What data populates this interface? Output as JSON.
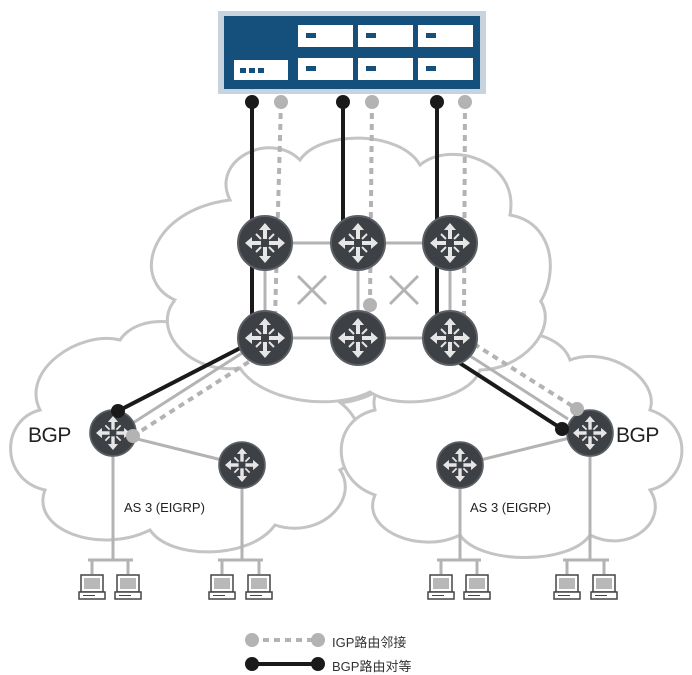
{
  "labels": {
    "bgp_left": "BGP",
    "bgp_right": "BGP",
    "as_left": "AS 3 (EIGRP)",
    "as_right": "AS 3 (EIGRP)"
  },
  "legend": {
    "igp_label": "IGP路由邻接",
    "bgp_label": "BGP路由对等"
  },
  "colors": {
    "server": "#15507c",
    "router": "#3d4145",
    "igp_link": "#b3b3b3",
    "bgp_link": "#1a1a1a",
    "cloud_stroke": "#c4c4c4"
  },
  "icons": [
    "server-chassis-icon",
    "router-icon",
    "computer-icon"
  ]
}
